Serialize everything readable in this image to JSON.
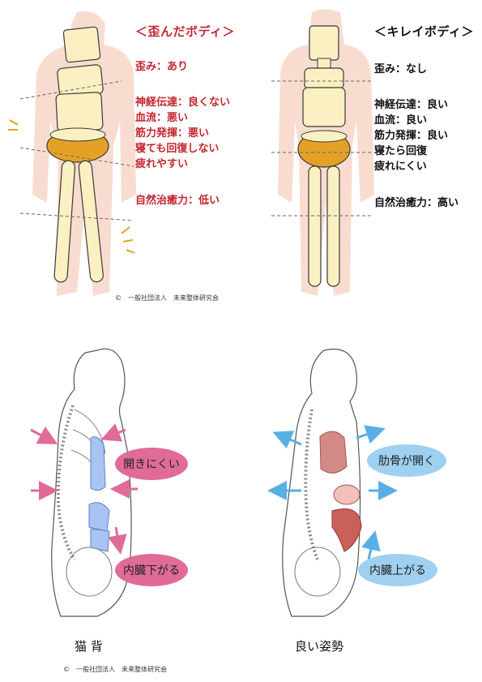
{
  "colors": {
    "bad_text": "#c4262e",
    "good_text": "#111111",
    "body_silhouette": "#f7d3c4",
    "doll_fill": "#fbf0c2",
    "doll_stroke": "#3a3a3a",
    "pelvis_ring": "#e3a226",
    "arrow_pink": "#e06b98",
    "arrow_blue": "#5aaee6",
    "bubble_pink": "#e06b98",
    "bubble_blue": "#9fd0f0",
    "organ_blue": "#a9c4f2",
    "organ_red": "#d38a86"
  },
  "top_left": {
    "heading": "＜歪んだボディ＞",
    "stats": [
      "歪み：あり",
      "神経伝達：良くない",
      "血流：悪い",
      "筋力発揮：悪い",
      "寝ても回復しない",
      "疲れやすい",
      "自然治癒力：低い"
    ],
    "copyright": "©　一般社団法人　未来整体研究会"
  },
  "top_right": {
    "heading": "＜キレイボディ＞",
    "stats": [
      "歪み：なし",
      "神経伝達：良い",
      "血流：良い",
      "筋力発揮：良い",
      "寝たら回復",
      "疲れにくい",
      "自然治癒力：高い"
    ]
  },
  "bottom_left": {
    "bubble_upper": "開きにくい",
    "bubble_lower": "内臓下がる",
    "caption": "猫 背"
  },
  "bottom_right": {
    "bubble_upper": "肋骨が開く",
    "bubble_lower": "内臓上がる",
    "caption": "良い姿勢"
  },
  "footer_copyright": "©　一般社団法人　未来整体研究会"
}
